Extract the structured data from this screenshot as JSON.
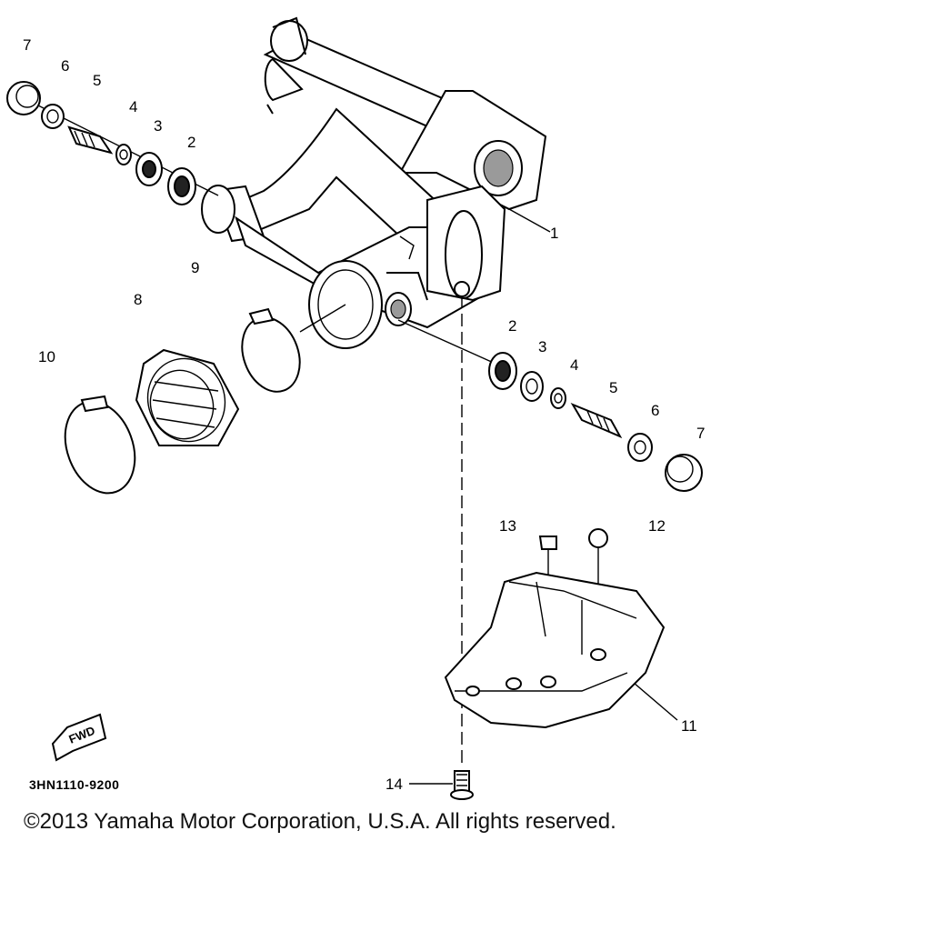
{
  "diagram": {
    "callouts": {
      "c1": "1",
      "c2a": "2",
      "c3a": "3",
      "c4a": "4",
      "c5a": "5",
      "c6a": "6",
      "c7a": "7",
      "c2b": "2",
      "c3b": "3",
      "c4b": "4",
      "c5b": "5",
      "c6b": "6",
      "c7b": "7",
      "c8": "8",
      "c9": "9",
      "c10": "10",
      "c11": "11",
      "c12": "12",
      "c13": "13",
      "c14": "14"
    },
    "fwd_label": "FWD",
    "drawing_code": "3HN1110-9200"
  },
  "footer": {
    "copyright": "©2013 Yamaha Motor Corporation, U.S.A. All rights reserved."
  }
}
